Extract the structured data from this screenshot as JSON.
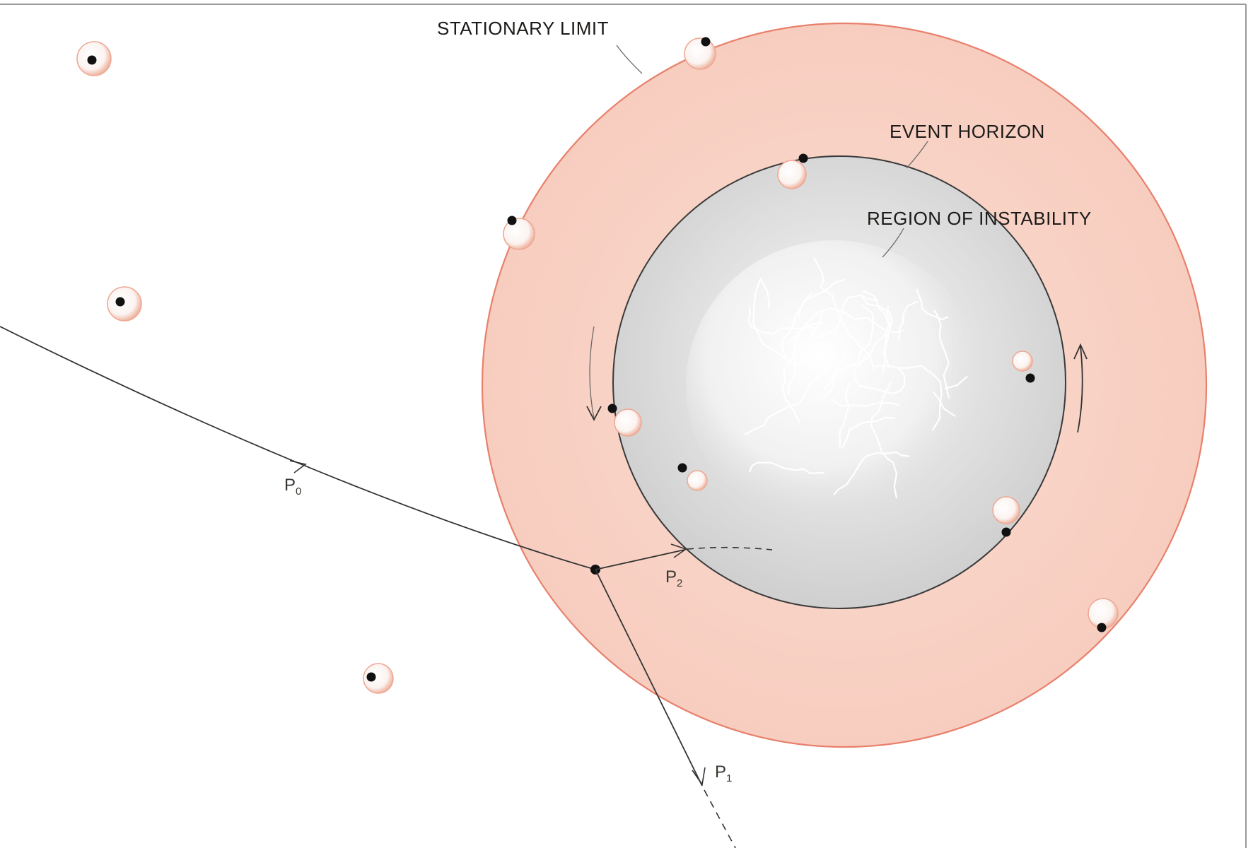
{
  "labels": {
    "stationary_limit": "STATIONARY LIMIT",
    "event_horizon": "EVENT HORIZON",
    "region_of_instability": "REGION OF INSTABILITY"
  },
  "momenta": {
    "p0": {
      "letter": "P",
      "subscript": "0"
    },
    "p1": {
      "letter": "P",
      "subscript": "1"
    },
    "p2": {
      "letter": "P",
      "subscript": "2"
    }
  },
  "colors": {
    "ergosphere_fill": "#f9d5c8",
    "ergosphere_stroke": "#e8806c",
    "horizon_fill": "#d9d9d9",
    "horizon_stroke": "#3a3a3a",
    "instability_fill": "#f4f4f4",
    "particle_dot": "#111111",
    "trajectory": "#333333"
  }
}
